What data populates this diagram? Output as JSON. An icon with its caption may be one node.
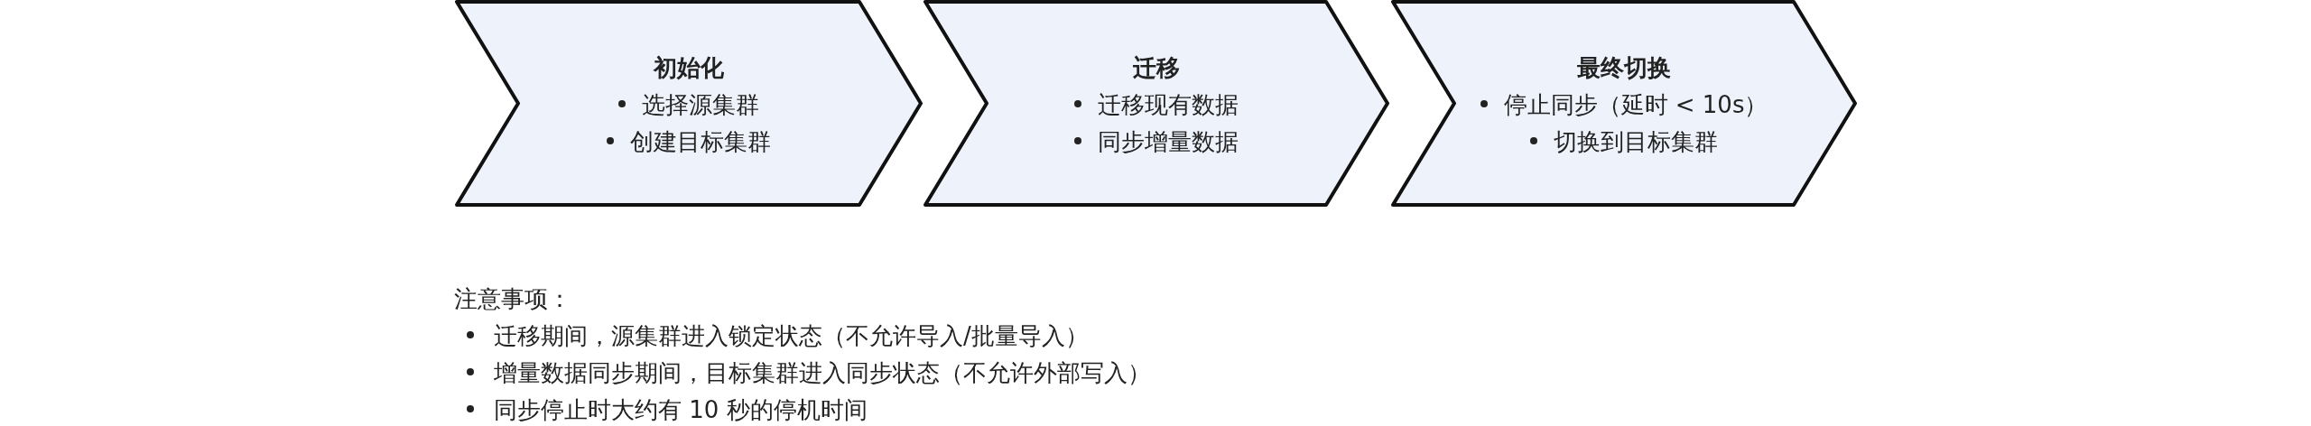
{
  "diagram": {
    "nodes": [
      {
        "text": [
          "初始化",
          "选择源集群",
          "创建目标集群"
        ]
      },
      {
        "text": [
          "迁移",
          "迁移现有数据",
          "同步增量数据"
        ]
      },
      {
        "text": [
          "最终切换",
          "停止同步（延时 < 10s）",
          "切换到目标集群"
        ]
      }
    ],
    "labels": [
      "注意事项：",
      "迁移期间，源集群进入锁定状态（不允许导入/批量导入）",
      "增量数据同步期间，目标集群进入同步状态（不允许外部写入）",
      "同步停止时大约有 10 秒的停机时间"
    ]
  }
}
